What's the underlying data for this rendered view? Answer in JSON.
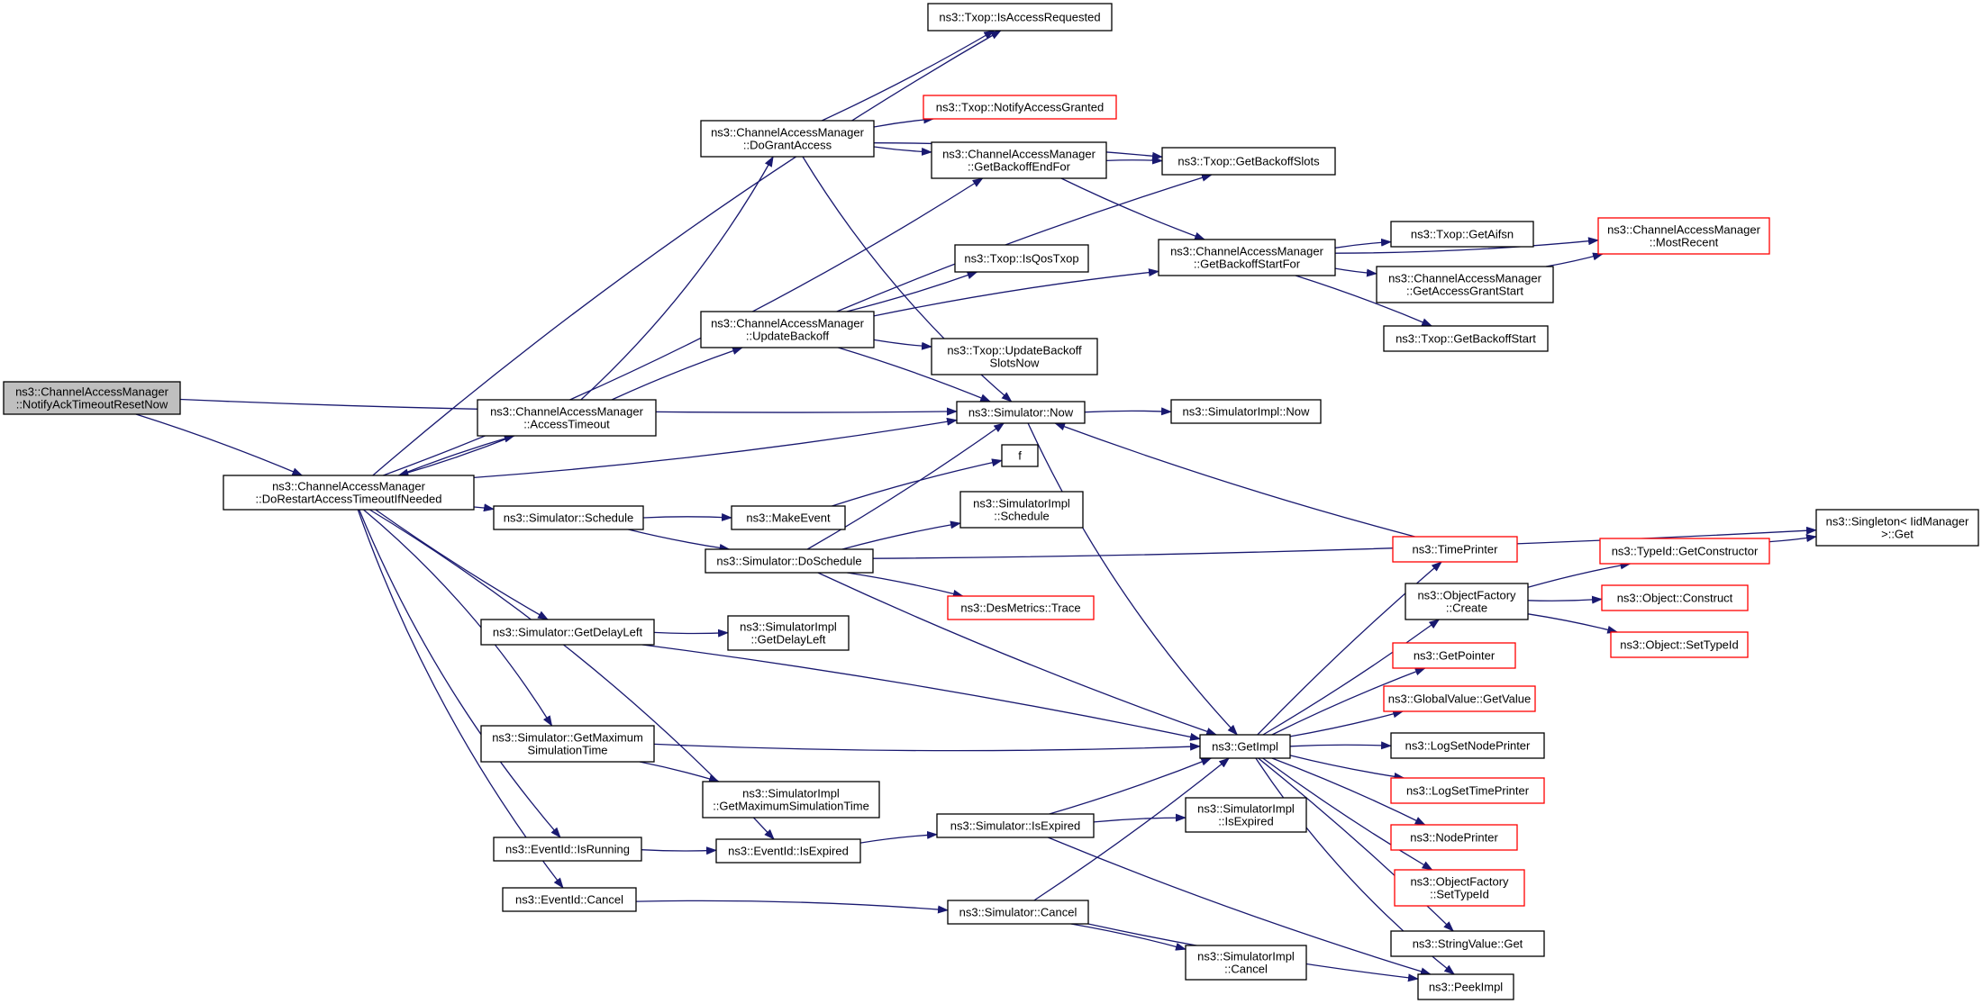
{
  "nodes": [
    {
      "id": "notify",
      "lines": [
        "ns3::ChannelAccessManager",
        "::NotifyAckTimeoutResetNow"
      ],
      "style": "root"
    },
    {
      "id": "dorestart",
      "lines": [
        "ns3::ChannelAccessManager",
        "::DoRestartAccessTimeoutIfNeeded"
      ],
      "style": "normal"
    },
    {
      "id": "accesstimeout",
      "lines": [
        "ns3::ChannelAccessManager",
        "::AccessTimeout"
      ],
      "style": "normal"
    },
    {
      "id": "dogrant",
      "lines": [
        "ns3::ChannelAccessManager",
        "::DoGrantAccess"
      ],
      "style": "normal"
    },
    {
      "id": "updatebackoff",
      "lines": [
        "ns3::ChannelAccessManager",
        "::UpdateBackoff"
      ],
      "style": "normal"
    },
    {
      "id": "isaccessreq",
      "lines": [
        "ns3::Txop::IsAccessRequested"
      ],
      "style": "normal"
    },
    {
      "id": "notifygranted",
      "lines": [
        "ns3::Txop::NotifyAccessGranted"
      ],
      "style": "red"
    },
    {
      "id": "getbackoffend",
      "lines": [
        "ns3::ChannelAccessManager",
        "::GetBackoffEndFor"
      ],
      "style": "normal"
    },
    {
      "id": "getbackoffslots",
      "lines": [
        "ns3::Txop::GetBackoffSlots"
      ],
      "style": "normal"
    },
    {
      "id": "getbackoffstart",
      "lines": [
        "ns3::ChannelAccessManager",
        "::GetBackoffStartFor"
      ],
      "style": "normal"
    },
    {
      "id": "isqos",
      "lines": [
        "ns3::Txop::IsQosTxop"
      ],
      "style": "normal"
    },
    {
      "id": "updatebackoffslots",
      "lines": [
        "ns3::Txop::UpdateBackoff",
        "SlotsNow"
      ],
      "style": "normal"
    },
    {
      "id": "getaifsn",
      "lines": [
        "ns3::Txop::GetAifsn"
      ],
      "style": "normal"
    },
    {
      "id": "getaccessgrantstart",
      "lines": [
        "ns3::ChannelAccessManager",
        "::GetAccessGrantStart"
      ],
      "style": "normal"
    },
    {
      "id": "getbackoffstartT",
      "lines": [
        "ns3::Txop::GetBackoffStart"
      ],
      "style": "normal"
    },
    {
      "id": "mostrecent",
      "lines": [
        "ns3::ChannelAccessManager",
        "::MostRecent"
      ],
      "style": "red"
    },
    {
      "id": "simnow",
      "lines": [
        "ns3::Simulator::Now"
      ],
      "style": "normal"
    },
    {
      "id": "simimplnow",
      "lines": [
        "ns3::SimulatorImpl::Now"
      ],
      "style": "normal"
    },
    {
      "id": "f",
      "lines": [
        "f"
      ],
      "style": "normal"
    },
    {
      "id": "simschedule",
      "lines": [
        "ns3::Simulator::Schedule"
      ],
      "style": "normal"
    },
    {
      "id": "makeevent",
      "lines": [
        "ns3::MakeEvent"
      ],
      "style": "normal"
    },
    {
      "id": "simimplschedule",
      "lines": [
        "ns3::SimulatorImpl",
        "::Schedule"
      ],
      "style": "normal"
    },
    {
      "id": "doschedule",
      "lines": [
        "ns3::Simulator::DoSchedule"
      ],
      "style": "normal"
    },
    {
      "id": "singleton",
      "lines": [
        "ns3::Singleton< IidManager",
        ">::Get"
      ],
      "style": "normal"
    },
    {
      "id": "desmetrics",
      "lines": [
        "ns3::DesMetrics::Trace"
      ],
      "style": "red"
    },
    {
      "id": "timeprinter",
      "lines": [
        "ns3::TimePrinter"
      ],
      "style": "red"
    },
    {
      "id": "getdelayleft",
      "lines": [
        "ns3::Simulator::GetDelayLeft"
      ],
      "style": "normal"
    },
    {
      "id": "simimplgetdelay",
      "lines": [
        "ns3::SimulatorImpl",
        "::GetDelayLeft"
      ],
      "style": "normal"
    },
    {
      "id": "objfactcreate",
      "lines": [
        "ns3::ObjectFactory",
        "::Create"
      ],
      "style": "normal"
    },
    {
      "id": "typeidgetctor",
      "lines": [
        "ns3::TypeId::GetConstructor"
      ],
      "style": "red"
    },
    {
      "id": "objconstruct",
      "lines": [
        "ns3::Object::Construct"
      ],
      "style": "red"
    },
    {
      "id": "objsettypeid",
      "lines": [
        "ns3::Object::SetTypeId"
      ],
      "style": "red"
    },
    {
      "id": "getpointer",
      "lines": [
        "ns3::GetPointer"
      ],
      "style": "red"
    },
    {
      "id": "globalvalue",
      "lines": [
        "ns3::GlobalValue::GetValue"
      ],
      "style": "red"
    },
    {
      "id": "getmaxsim",
      "lines": [
        "ns3::Simulator::GetMaximum",
        "SimulationTime"
      ],
      "style": "normal"
    },
    {
      "id": "getimpl",
      "lines": [
        "ns3::GetImpl"
      ],
      "style": "normal"
    },
    {
      "id": "lognode",
      "lines": [
        "ns3::LogSetNodePrinter"
      ],
      "style": "normal"
    },
    {
      "id": "logtime",
      "lines": [
        "ns3::LogSetTimePrinter"
      ],
      "style": "red"
    },
    {
      "id": "simimplmax",
      "lines": [
        "ns3::SimulatorImpl",
        "::GetMaximumSimulationTime"
      ],
      "style": "normal"
    },
    {
      "id": "simisexpired",
      "lines": [
        "ns3::Simulator::IsExpired"
      ],
      "style": "normal"
    },
    {
      "id": "simimplexpired",
      "lines": [
        "ns3::SimulatorImpl",
        "::IsExpired"
      ],
      "style": "normal"
    },
    {
      "id": "nodeprinter",
      "lines": [
        "ns3::NodePrinter"
      ],
      "style": "red"
    },
    {
      "id": "eventisrunning",
      "lines": [
        "ns3::EventId::IsRunning"
      ],
      "style": "normal"
    },
    {
      "id": "eventisexpired",
      "lines": [
        "ns3::EventId::IsExpired"
      ],
      "style": "normal"
    },
    {
      "id": "objfactsettypeid",
      "lines": [
        "ns3::ObjectFactory",
        "::SetTypeId"
      ],
      "style": "red"
    },
    {
      "id": "eventcancel",
      "lines": [
        "ns3::EventId::Cancel"
      ],
      "style": "normal"
    },
    {
      "id": "simcancel",
      "lines": [
        "ns3::Simulator::Cancel"
      ],
      "style": "normal"
    },
    {
      "id": "stringget",
      "lines": [
        "ns3::StringValue::Get"
      ],
      "style": "normal"
    },
    {
      "id": "simimplcancel",
      "lines": [
        "ns3::SimulatorImpl",
        "::Cancel"
      ],
      "style": "normal"
    },
    {
      "id": "peekimpl",
      "lines": [
        "ns3::PeekImpl"
      ],
      "style": "normal"
    }
  ],
  "edges": [
    [
      "notify",
      "dorestart"
    ],
    [
      "notify",
      "simnow"
    ],
    [
      "dorestart",
      "isaccessreq"
    ],
    [
      "dorestart",
      "getbackoffend"
    ],
    [
      "dorestart",
      "accesstimeout"
    ],
    [
      "dorestart",
      "simnow"
    ],
    [
      "dorestart",
      "simschedule"
    ],
    [
      "dorestart",
      "getdelayleft"
    ],
    [
      "dorestart",
      "getmaxsim"
    ],
    [
      "dorestart",
      "eventisrunning"
    ],
    [
      "dorestart",
      "eventisexpired"
    ],
    [
      "dorestart",
      "eventcancel"
    ],
    [
      "accesstimeout",
      "dorestart"
    ],
    [
      "accesstimeout",
      "dogrant"
    ],
    [
      "accesstimeout",
      "updatebackoff"
    ],
    [
      "dogrant",
      "isaccessreq"
    ],
    [
      "dogrant",
      "notifygranted"
    ],
    [
      "dogrant",
      "getbackoffend"
    ],
    [
      "dogrant",
      "getbackoffslots"
    ],
    [
      "dogrant",
      "simnow"
    ],
    [
      "getbackoffend",
      "getbackoffslots"
    ],
    [
      "getbackoffend",
      "getbackoffstart"
    ],
    [
      "updatebackoff",
      "getbackoffslots"
    ],
    [
      "updatebackoff",
      "isqos"
    ],
    [
      "updatebackoff",
      "getbackoffstart"
    ],
    [
      "updatebackoff",
      "updatebackoffslots"
    ],
    [
      "updatebackoff",
      "simnow"
    ],
    [
      "getbackoffstart",
      "mostrecent"
    ],
    [
      "getbackoffstart",
      "getaifsn"
    ],
    [
      "getbackoffstart",
      "getaccessgrantstart"
    ],
    [
      "getbackoffstart",
      "getbackoffstartT"
    ],
    [
      "getaccessgrantstart",
      "mostrecent"
    ],
    [
      "simnow",
      "simimplnow"
    ],
    [
      "simnow",
      "getimpl"
    ],
    [
      "simschedule",
      "makeevent"
    ],
    [
      "simschedule",
      "doschedule"
    ],
    [
      "makeevent",
      "f"
    ],
    [
      "doschedule",
      "simnow"
    ],
    [
      "doschedule",
      "simimplschedule"
    ],
    [
      "doschedule",
      "singleton"
    ],
    [
      "doschedule",
      "desmetrics"
    ],
    [
      "doschedule",
      "getimpl"
    ],
    [
      "timeprinter",
      "simnow"
    ],
    [
      "getdelayleft",
      "simimplgetdelay"
    ],
    [
      "getdelayleft",
      "getimpl"
    ],
    [
      "getmaxsim",
      "getimpl"
    ],
    [
      "getmaxsim",
      "simimplmax"
    ],
    [
      "eventisrunning",
      "eventisexpired"
    ],
    [
      "eventisexpired",
      "simisexpired"
    ],
    [
      "simisexpired",
      "getimpl"
    ],
    [
      "simisexpired",
      "simimplexpired"
    ],
    [
      "simisexpired",
      "peekimpl"
    ],
    [
      "eventcancel",
      "simcancel"
    ],
    [
      "simcancel",
      "getimpl"
    ],
    [
      "simcancel",
      "simimplcancel"
    ],
    [
      "simcancel",
      "peekimpl"
    ],
    [
      "getimpl",
      "timeprinter"
    ],
    [
      "getimpl",
      "objfactcreate"
    ],
    [
      "getimpl",
      "getpointer"
    ],
    [
      "getimpl",
      "globalvalue"
    ],
    [
      "getimpl",
      "lognode"
    ],
    [
      "getimpl",
      "logtime"
    ],
    [
      "getimpl",
      "nodeprinter"
    ],
    [
      "getimpl",
      "objfactsettypeid"
    ],
    [
      "getimpl",
      "stringget"
    ],
    [
      "getimpl",
      "peekimpl"
    ],
    [
      "objfactcreate",
      "typeidgetctor"
    ],
    [
      "objfactcreate",
      "objconstruct"
    ],
    [
      "objfactcreate",
      "objsettypeid"
    ],
    [
      "typeidgetctor",
      "singleton"
    ]
  ],
  "colors": {
    "edge": "#191970",
    "border": "#000000",
    "red_border": "#ff0000",
    "root_fill": "#bfbfbf",
    "fill": "#ffffff",
    "text": "#000000"
  }
}
